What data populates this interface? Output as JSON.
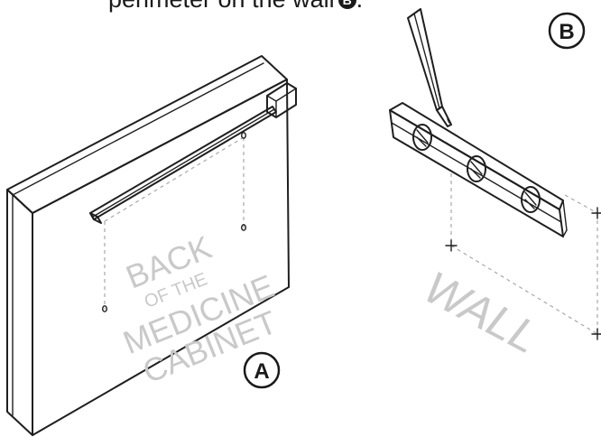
{
  "caption": {
    "text": "perimeter on the wall",
    "badge": "B"
  },
  "cabinet": {
    "label_lines": [
      "BACK",
      "OF THE",
      "MEDICINE",
      "CABINET"
    ],
    "callout": "A"
  },
  "wall": {
    "label": "WALL",
    "callout": "B"
  }
}
